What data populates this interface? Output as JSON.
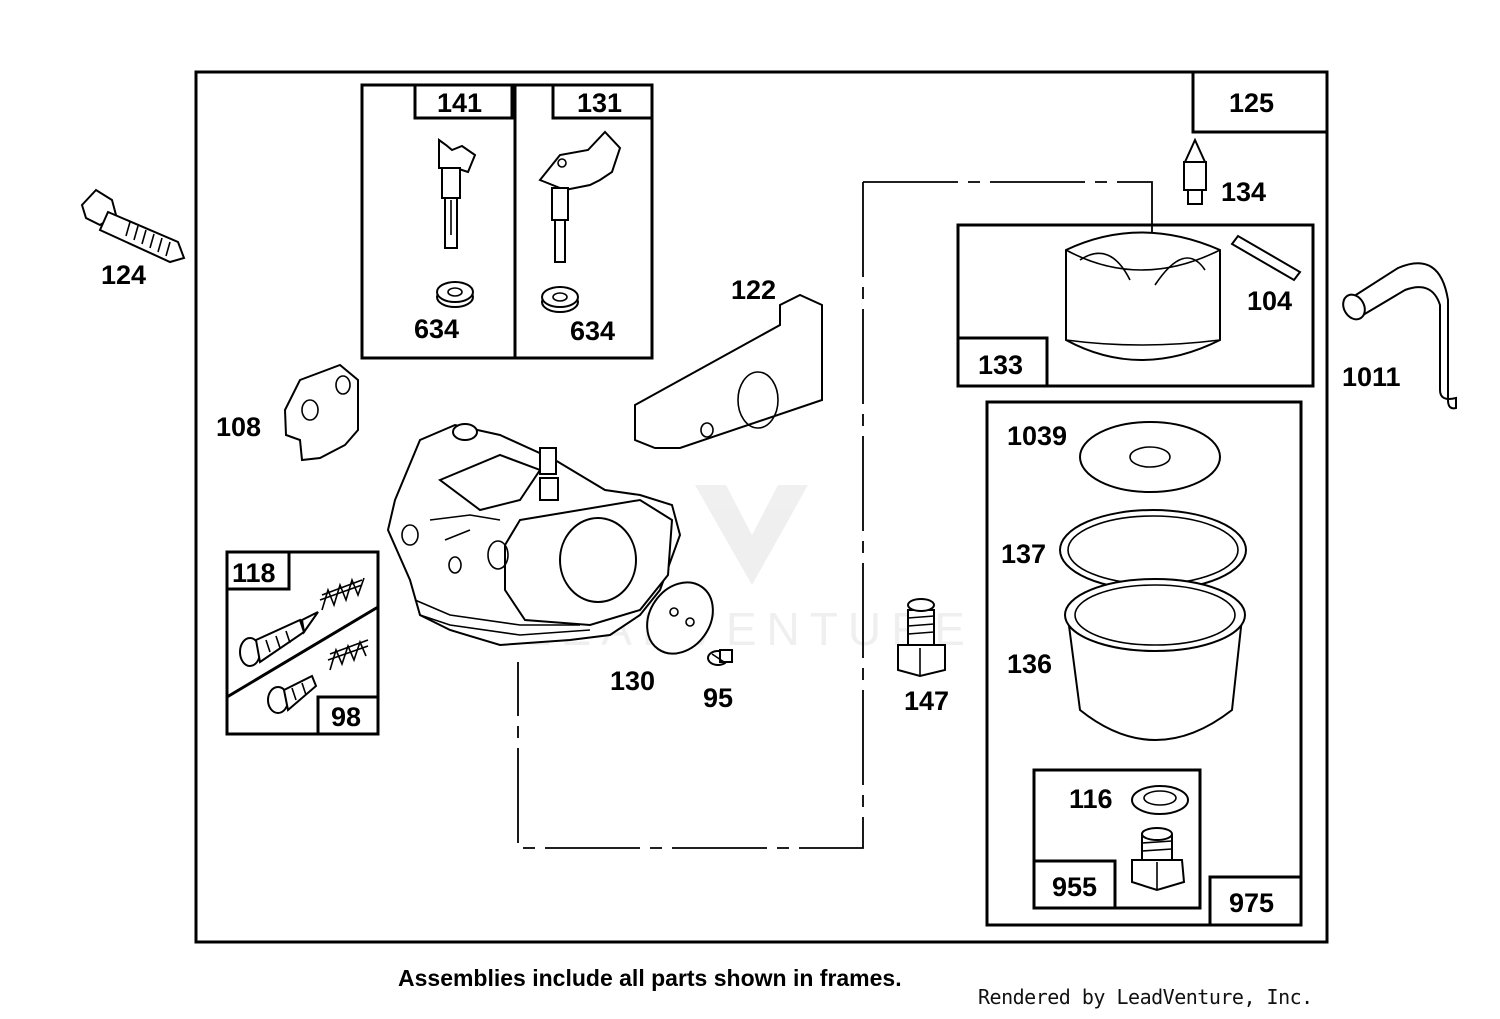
{
  "parts": {
    "p124": "124",
    "p141": "141",
    "p131": "131",
    "p634a": "634",
    "p634b": "634",
    "p125": "125",
    "p134": "134",
    "p104": "104",
    "p133": "133",
    "p1011": "1011",
    "p122": "122",
    "p108": "108",
    "p118": "118",
    "p98": "98",
    "p130": "130",
    "p95": "95",
    "p147": "147",
    "p1039": "1039",
    "p137": "137",
    "p136": "136",
    "p116": "116",
    "p955": "955",
    "p975": "975"
  },
  "footer": {
    "note": "Assemblies include all parts shown in frames.",
    "credit": "Rendered by LeadVenture, Inc."
  },
  "watermark": {
    "text": "LEADVENTURE"
  }
}
